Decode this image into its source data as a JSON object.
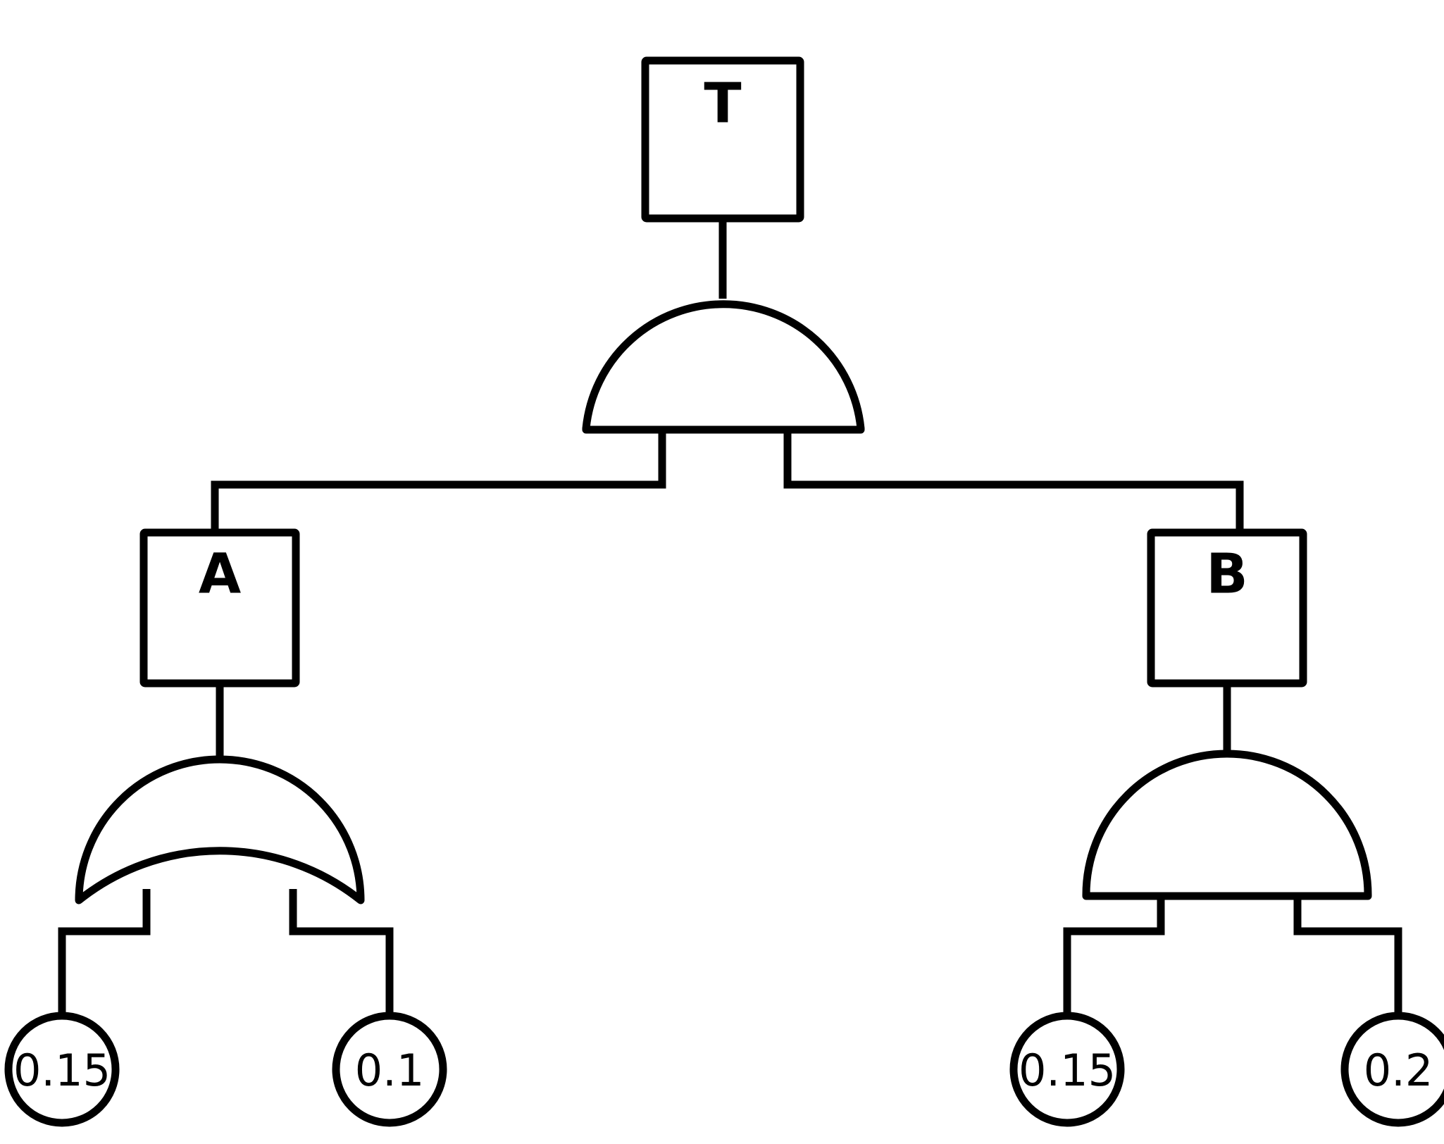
{
  "diagram": {
    "kind": "fault-tree",
    "background_color": "#ffffff",
    "line_color": "#000000",
    "fill_color": "#ffffff",
    "nodes": {
      "top_event": {
        "label": "T",
        "shape": "rectangle",
        "gate": "AND"
      },
      "intermediate_a": {
        "label": "A",
        "shape": "rectangle",
        "gate": "OR"
      },
      "intermediate_b": {
        "label": "B",
        "shape": "rectangle",
        "gate": "AND"
      },
      "basic_events": [
        {
          "value": "0.15",
          "shape": "circle",
          "parent": "A"
        },
        {
          "value": "0.1",
          "shape": "circle",
          "parent": "A"
        },
        {
          "value": "0.15",
          "shape": "circle",
          "parent": "B"
        },
        {
          "value": "0.2",
          "shape": "circle",
          "parent": "B"
        }
      ]
    },
    "gates": {
      "top_gate": {
        "type": "AND",
        "parent": "T",
        "children": [
          "A",
          "B"
        ]
      },
      "a_gate": {
        "type": "OR",
        "parent": "A",
        "children": [
          "0.15",
          "0.1"
        ]
      },
      "b_gate": {
        "type": "AND",
        "parent": "B",
        "children": [
          "0.15",
          "0.2"
        ]
      }
    }
  }
}
